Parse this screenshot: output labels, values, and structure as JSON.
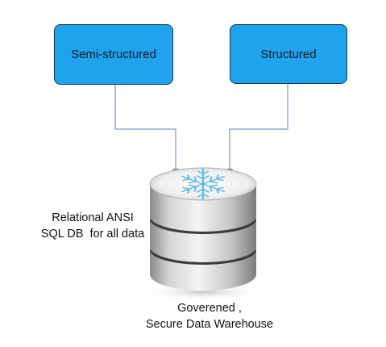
{
  "sources": {
    "semi_structured": "Semi-structured",
    "structured": "Structured"
  },
  "database": {
    "icon": "snowflake-icon",
    "description_line1": "Relational ANSI",
    "description_line2": "SQL DB  for all data",
    "caption_line1": "Goverened ,",
    "caption_line2": "Secure Data Warehouse"
  },
  "colors": {
    "box_fill": "#1fa3ec",
    "box_border": "#1a3550",
    "connector": "#5b7fb8",
    "snowflake": "#5bb8ea"
  }
}
